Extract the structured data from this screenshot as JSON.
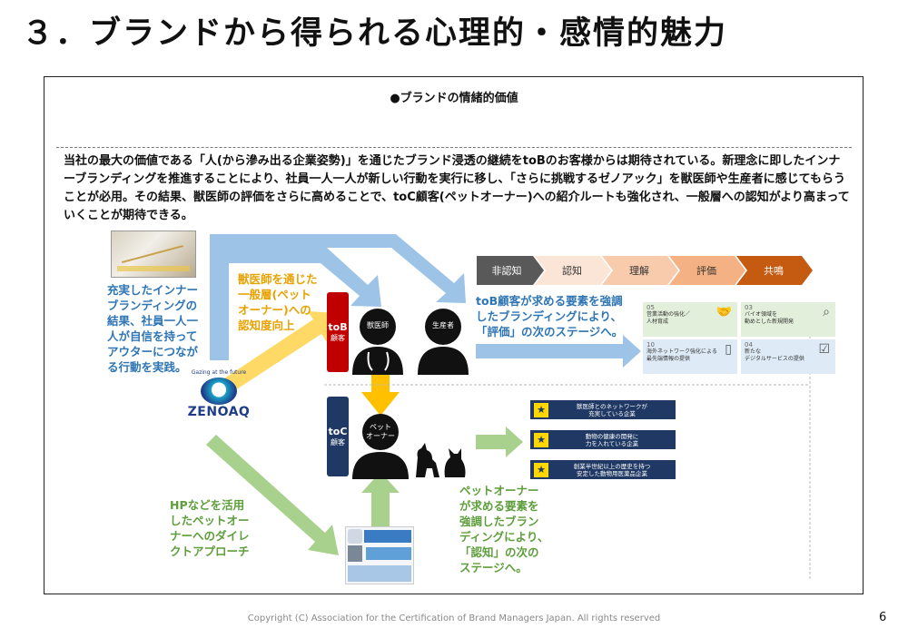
{
  "title": "３．ブランドから得られる心理的・感情的魅力",
  "heading": "●ブランドの情緒的価値",
  "intro": "当社の最大の価値である「人(から滲み出る企業姿勢)」を通じたブランド浸透の継続をtoBのお客様からは期待されている。新理念に即したインナーブランディングを推進することにより、社員一人一人が新しい行動を実行に移し、「さらに挑戦するゼノアック」を獣医師や生産者に感じてもらうことが必用。その結果、獣医師の評価をさらに高めることで、toC顧客(ペットオーナー)への紹介ルートも強化され、一般層への認知がより高まっていくことが期待できる。",
  "left_text": [
    "充実したインナー",
    "ブランディングの",
    "結果、社員一人一",
    "人が自信を持って",
    "アウターにつなが",
    "る行動を実践。"
  ],
  "vet_text": [
    "獣医師を通じた",
    "一般層(ペット",
    "オーナー)への",
    "認知度向上"
  ],
  "hp_text": [
    "HPなどを活用",
    "したペットオー",
    "ナーへのダイレ",
    "クトアプローチ"
  ],
  "tob_text": [
    "toB顧客が求める要素を強調",
    "したブランディングにより、",
    "「評価」の次のステージへ。"
  ],
  "toc_text": [
    "ペットオーナー",
    "が求める要素を",
    "強調したブラン",
    "ディングにより、",
    "「認知」の次の",
    "ステージへ。"
  ],
  "logo": {
    "tagline": "Gazing at the future",
    "name": "ZENOAQ"
  },
  "tags": {
    "tob": {
      "label": "toB",
      "sub": "顧客"
    },
    "toc": {
      "label": "toC",
      "sub": "顧客"
    }
  },
  "persons": {
    "vet": "獣医師",
    "producer": "生産者",
    "owner": "ペット\nオーナー"
  },
  "stages": [
    "非認知",
    "認知",
    "理解",
    "評価",
    "共鳴"
  ],
  "cards": [
    {
      "num": "05",
      "text": "営業活動の強化／\n人材育成",
      "icon": "handshake-icon"
    },
    {
      "num": "03",
      "text": "バイオ領域を\n動めとした新規開発",
      "icon": "magnifier-icon"
    },
    {
      "num": "10",
      "text": "海外ネットワーク強化による\n最先端情報の提供",
      "icon": "tablet-icon"
    },
    {
      "num": "04",
      "text": "新たな\nデジタルサービスの提供",
      "icon": "checklist-icon"
    }
  ],
  "navy_boxes": [
    "獣医師とのネットワークが\n充実している企業",
    "動物の健康の開発に\n力を入れている企業",
    "創業半世紀以上の歴史を持つ\n安定した動物用医薬品企業"
  ],
  "footer": "Copyright (C) Association for the Certification of Brand Managers Japan. All rights reserved",
  "page_number": "6",
  "colors": {
    "blue": "#2e75b6",
    "orange": "#e8a200",
    "green": "#5e9e3c",
    "tob_red": "#c00000",
    "toc_navy": "#1f3864",
    "stage_gray": "#555555",
    "stage_peach": "#fbe5d6",
    "stage_orange": "#c55a11"
  }
}
